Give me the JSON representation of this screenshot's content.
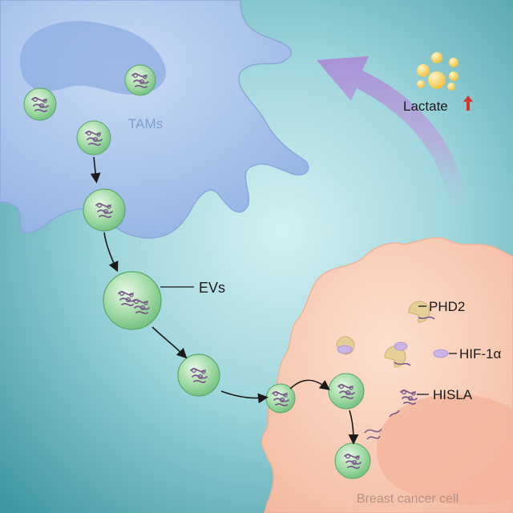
{
  "labels": {
    "tams": "TAMs",
    "evs": "EVs",
    "lactate": "Lactate",
    "phd2": "PHD2",
    "hif1a": "HIF-1α",
    "hisla": "HISLA",
    "breast_cancer_cell": "Breast cancer cell"
  },
  "colors": {
    "background_light": "#cfeef0",
    "background_dark": "#3f9aa6",
    "tam_cell": "#a9c3ea",
    "tam_nucleus": "#8fb0e0",
    "cancer_cell": "#f6c4ad",
    "cancer_nucleus": "#f0b39b",
    "vesicle": "#8fd19a",
    "hisla_rna": "#7a5c8c",
    "phd2": "#e6cf96",
    "hif1a": "#c9b4e6",
    "lactate": "#f2c94c",
    "big_arrow": "#b09ad8",
    "lactate_up_arrow": "#d9362b",
    "pointer_arrow": "#1a1a1a"
  },
  "icons": {
    "lactate": "lactate-droplets-icon",
    "increase": "up-arrow-icon"
  }
}
